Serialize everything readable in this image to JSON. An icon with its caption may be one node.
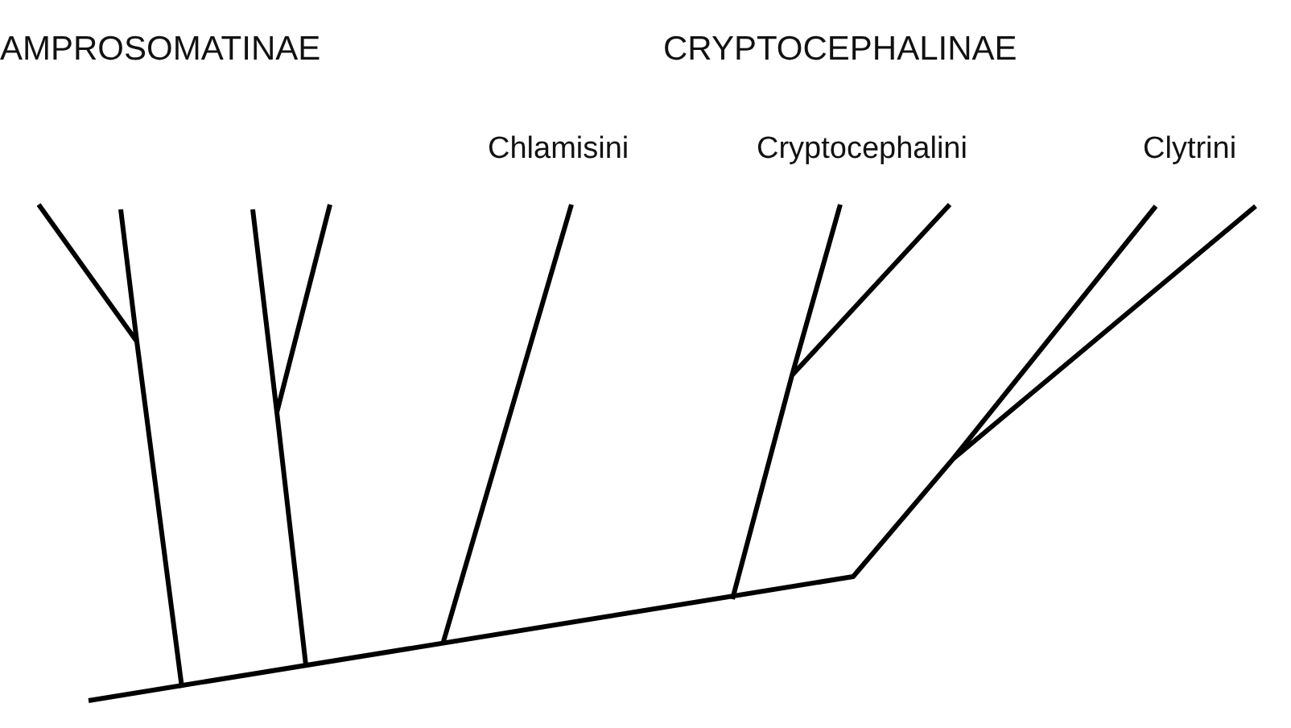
{
  "diagram": {
    "labels": [
      "AMPROSOMATINAE",
      "CRYPTOCEPHALINAE",
      "Chlamisini",
      "Cryptocephalini",
      "Clytrini"
    ]
  }
}
